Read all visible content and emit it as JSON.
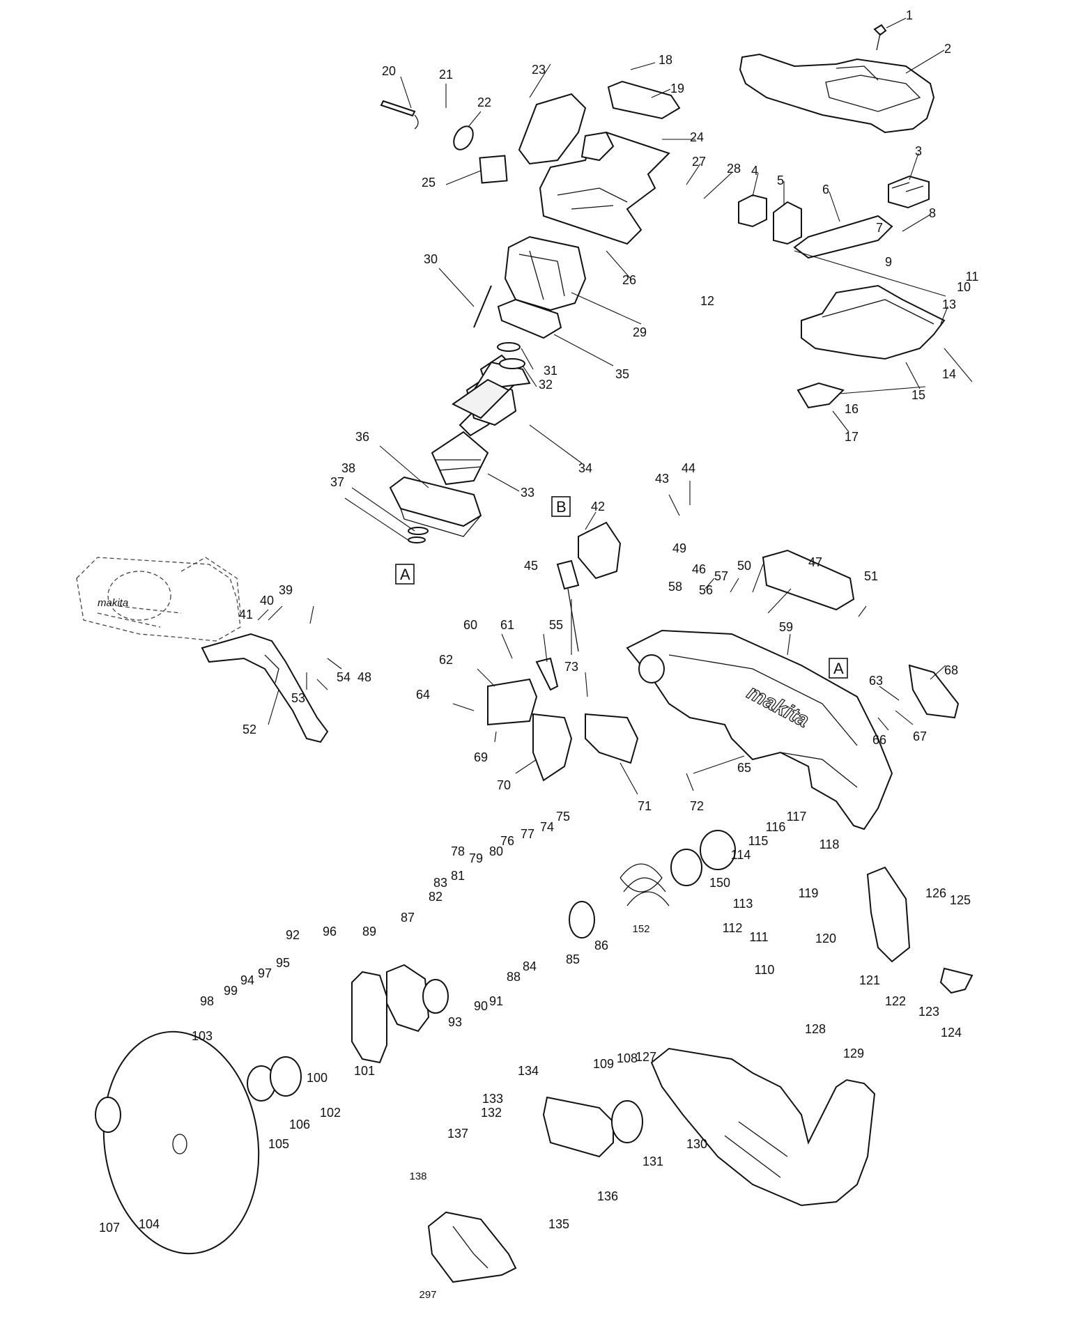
{
  "diagram": {
    "brand": "makita",
    "ref_marks": [
      "A",
      "B"
    ],
    "callouts": [
      "1",
      "2",
      "3",
      "4",
      "5",
      "6",
      "7",
      "8",
      "9",
      "10",
      "11",
      "12",
      "13",
      "14",
      "15",
      "16",
      "17",
      "18",
      "19",
      "20",
      "21",
      "22",
      "23",
      "24",
      "25",
      "26",
      "27",
      "28",
      "29",
      "30",
      "31",
      "32",
      "33",
      "34",
      "35",
      "36",
      "37",
      "38",
      "39",
      "40",
      "41",
      "42",
      "43",
      "44",
      "45",
      "46",
      "47",
      "48",
      "49",
      "50",
      "51",
      "52",
      "53",
      "54",
      "55",
      "56",
      "57",
      "58",
      "59",
      "60",
      "61",
      "62",
      "63",
      "64",
      "65",
      "66",
      "67",
      "68",
      "69",
      "70",
      "71",
      "72",
      "73",
      "74",
      "75",
      "76",
      "77",
      "78",
      "79",
      "80",
      "81",
      "82",
      "83",
      "84",
      "85",
      "86",
      "87",
      "88",
      "89",
      "90",
      "91",
      "92",
      "93",
      "94",
      "95",
      "96",
      "97",
      "98",
      "99",
      "100",
      "101",
      "102",
      "103",
      "104",
      "105",
      "106",
      "107",
      "108",
      "109",
      "110",
      "111",
      "112",
      "113",
      "114",
      "115",
      "116",
      "117",
      "118",
      "119",
      "120",
      "121",
      "122",
      "123",
      "124",
      "125",
      "126",
      "127",
      "128",
      "129",
      "130",
      "131",
      "132",
      "133",
      "134",
      "135",
      "136",
      "137",
      "138",
      "150",
      "152",
      "297"
    ]
  }
}
